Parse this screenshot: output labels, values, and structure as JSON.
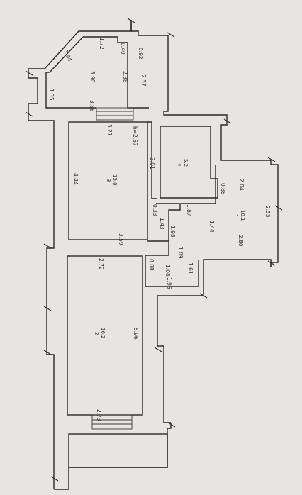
{
  "dimensions": {
    "d0_40": "0.40",
    "d1_72": "1.72",
    "d0_92": "0.92",
    "d1_94": "1.94",
    "d3_90": "3.90",
    "d2_38": "2.38",
    "d2_37": "2.37",
    "d1_35": "1.35",
    "d3_88": "3.88",
    "d3_27": "3.27",
    "h_2_57": "h=2.57",
    "d3_01": "3.01",
    "d4_44": "4.44",
    "d0_33": "0.33",
    "d1_87": "1.87",
    "d0_88a": "0.88",
    "d2_04": "2.04",
    "d2_33": "2.33",
    "d1_43": "1.43",
    "d1_98": "1.98",
    "d1_44": "1.44",
    "d3_59": "3.59",
    "d2_80": "2.80",
    "d2_72": "2.72",
    "d0_88b": "0.88",
    "d1_09": "1.09",
    "d1_08": "1.08",
    "d1_61": "1.61",
    "d1_96": "1.96",
    "d5_96": "5.96",
    "d2_73": "2.73"
  },
  "rooms": {
    "room1": {
      "number": "1",
      "area": "10.1"
    },
    "room2": {
      "number": "2",
      "area": "16.2"
    },
    "room3": {
      "number": "3",
      "area": "15.0"
    },
    "room4": {
      "number": "4",
      "area": "5.2"
    }
  }
}
